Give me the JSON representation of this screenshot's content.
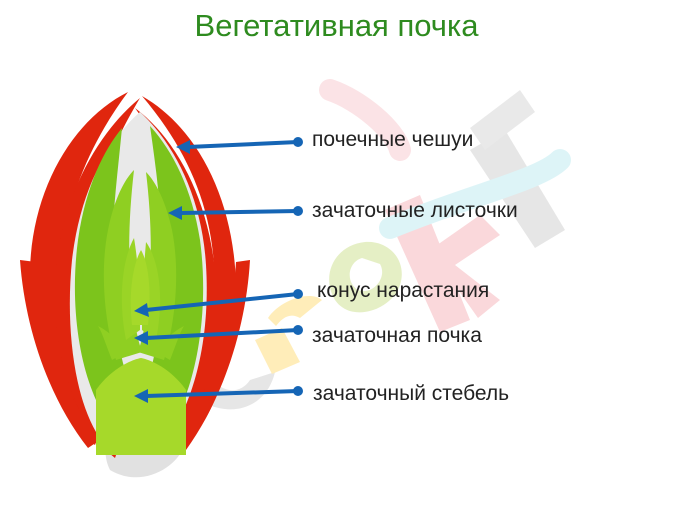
{
  "title": "Вегетативная почка",
  "labels": [
    "почечные чешуи",
    "зачаточные листочки",
    "конус нарастания",
    "зачаточная почка",
    "зачаточный стебель"
  ],
  "watermark": {
    "text": "eUroki",
    "icon": "euroki-watermark-logo"
  },
  "colors": {
    "title": "#2e8b1f",
    "scales": "#e0260e",
    "leaves": "#7cc41c",
    "leaves_light": "#a6d92a",
    "inner": "#e9e9e9",
    "arrows": "#1565b5"
  }
}
